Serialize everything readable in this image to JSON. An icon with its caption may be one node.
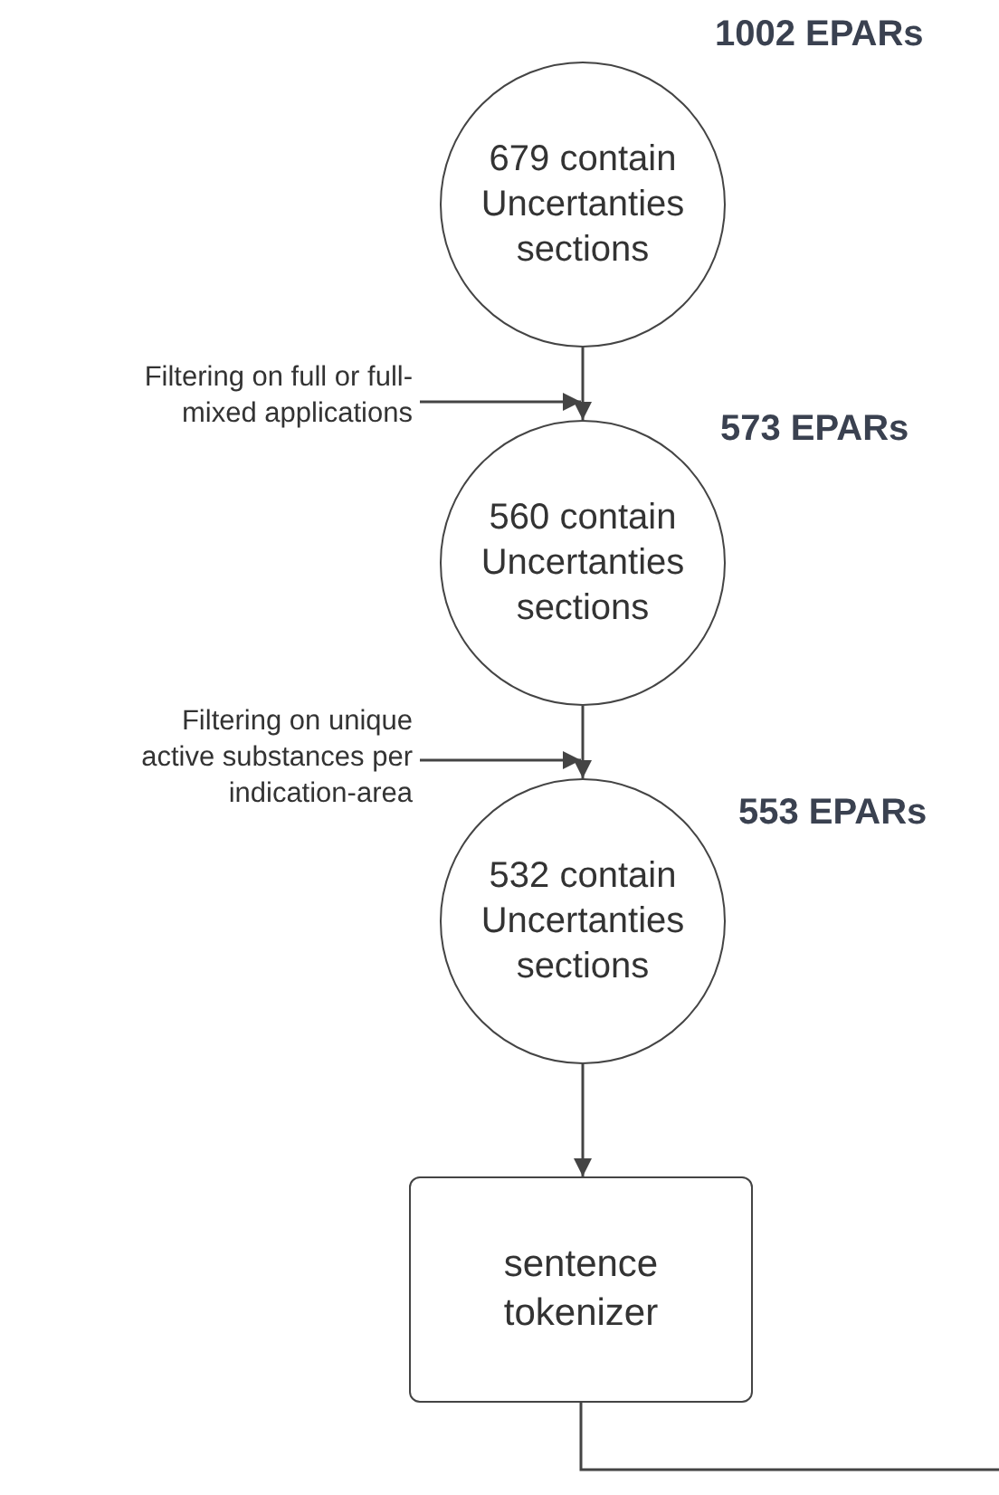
{
  "diagram": {
    "nodes": [
      {
        "text": [
          "679 contain Uncertanties sections"
        ],
        "beside": [
          "1002 EPARs"
        ]
      },
      {
        "text": [
          "Filtering on full or full-mixed applications"
        ]
      },
      {
        "text": [
          "560 contain Uncertanties sections"
        ],
        "beside": [
          "573 EPARs"
        ]
      },
      {
        "text": [
          "Filtering on unique active substances per indication-area"
        ]
      },
      {
        "text": [
          "532 contain Uncertanties sections"
        ],
        "beside": [
          "553 EPARs"
        ]
      },
      {
        "text": [
          "sentence tokenizer"
        ]
      }
    ],
    "edges": [
      {
        "from": 0,
        "to": 2,
        "arrow": "to"
      },
      {
        "from": 1,
        "to": 2,
        "arrow": "to"
      },
      {
        "from": 2,
        "to": 4,
        "arrow": "to"
      },
      {
        "from": 3,
        "to": 4,
        "arrow": "to"
      },
      {
        "from": 4,
        "to": 5,
        "arrow": "to"
      },
      {
        "from": 5,
        "to": null,
        "arrow": "none"
      }
    ]
  }
}
